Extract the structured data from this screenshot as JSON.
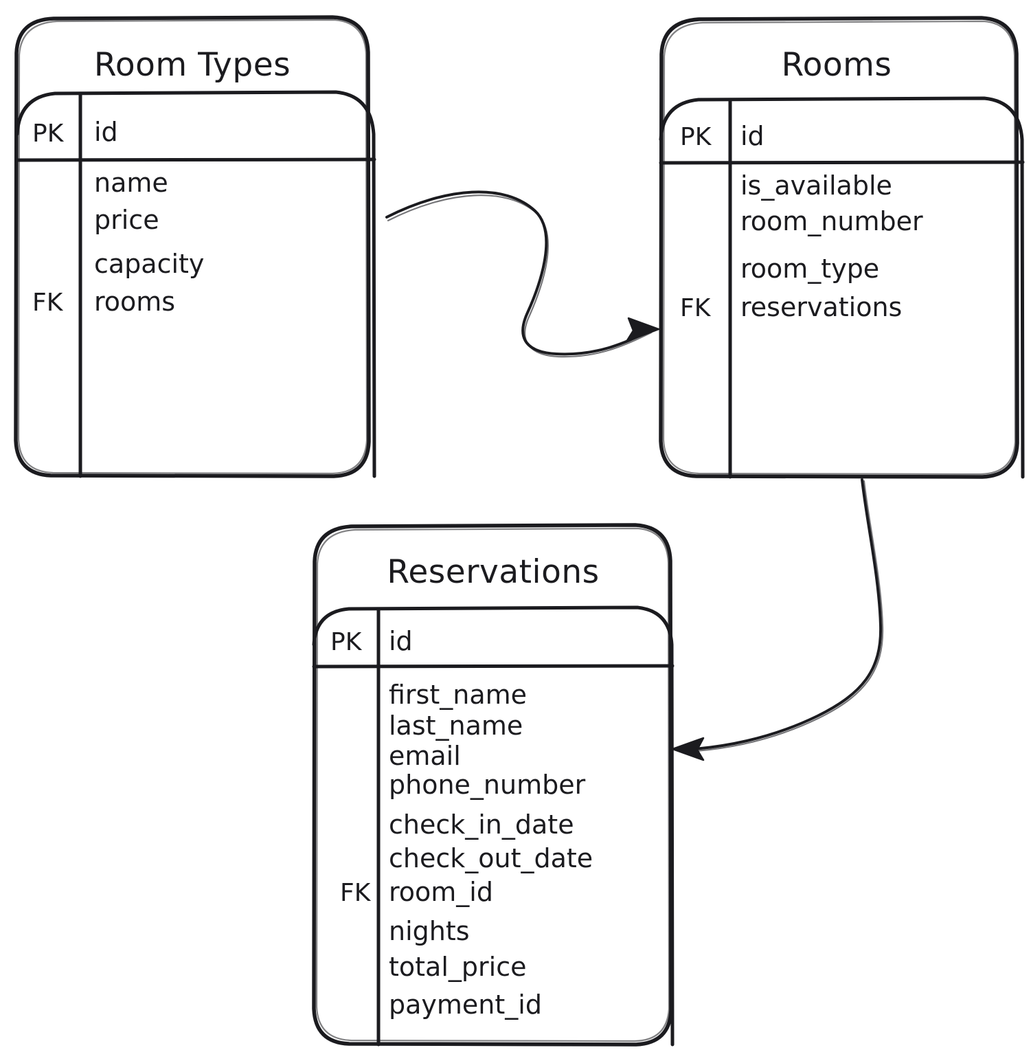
{
  "diagram": {
    "kind": "entity-relationship-diagram",
    "style": "hand-drawn",
    "background_color": "#ffffff",
    "stroke_color": "#1b1b1f",
    "tables": [
      {
        "id": "room-types",
        "title": "Room Types",
        "primary_key_label": "PK",
        "primary_key_field": "id",
        "foreign_key_label": "FK",
        "fields": [
          "name",
          "price",
          "capacity",
          "rooms"
        ],
        "foreign_key_field": "rooms"
      },
      {
        "id": "rooms",
        "title": "Rooms",
        "primary_key_label": "PK",
        "primary_key_field": "id",
        "foreign_key_label": "FK",
        "fields": [
          "is_available",
          "room_number",
          "room_type",
          "reservations"
        ],
        "foreign_key_field": "reservations"
      },
      {
        "id": "reservations",
        "title": "Reservations",
        "primary_key_label": "PK",
        "primary_key_field": "id",
        "foreign_key_label": "FK",
        "fields": [
          "first_name",
          "last_name",
          "email",
          "phone_number",
          "check_in_date",
          "check_out_date",
          "room_id",
          "nights",
          "total_price",
          "payment_id"
        ],
        "foreign_key_field": "room_id"
      }
    ],
    "relationships": [
      {
        "id": "rel-room-types-rooms",
        "from": "room-types",
        "to": "rooms",
        "arrow": "single"
      },
      {
        "id": "rel-rooms-reservations",
        "from": "rooms",
        "to": "reservations",
        "arrow": "single"
      }
    ]
  }
}
